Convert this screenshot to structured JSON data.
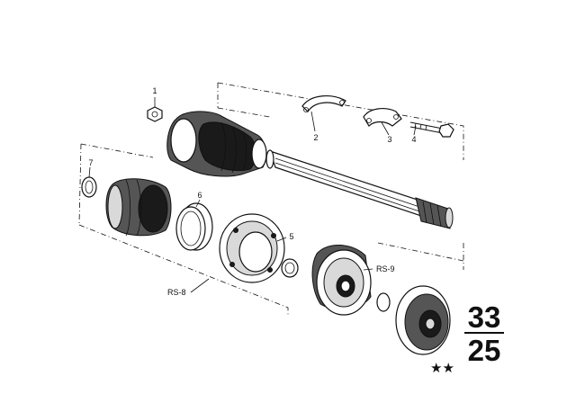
{
  "callouts": {
    "c1": "1",
    "c2": "2",
    "c3": "3",
    "c4": "4",
    "c5": "5",
    "c6": "6",
    "c7": "7",
    "rs8": "RS-8",
    "rs9": "RS-9"
  },
  "page_ref": {
    "group": "33",
    "sheet": "25"
  },
  "stars": "★★"
}
